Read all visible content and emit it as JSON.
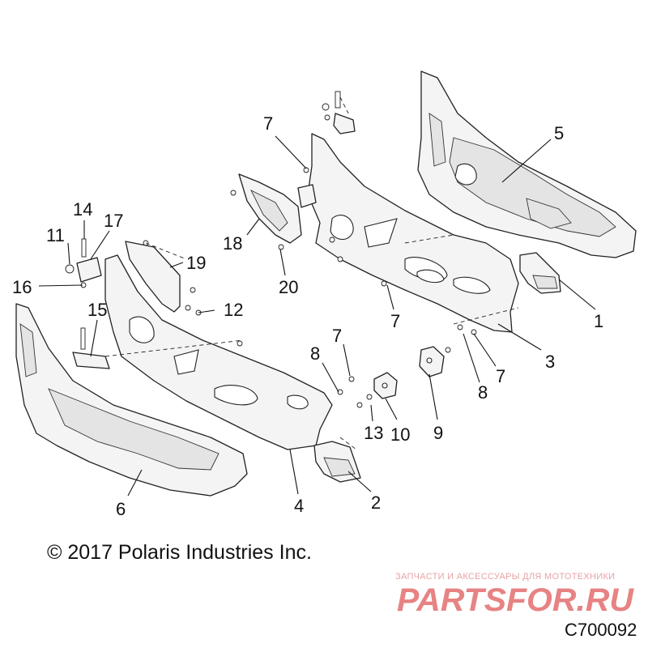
{
  "diagram": {
    "copyright": "© 2017 Polaris Industries Inc.",
    "code": "C700092",
    "watermark": {
      "tagline": "ЗАПЧАСТИ И АКСЕССУАРЫ ДЛЯ МОТОТЕХНИКИ",
      "logo_text": "PARTSFOR.RU",
      "color": "#e05a5a"
    },
    "callouts": {
      "c1": "1",
      "c2": "2",
      "c3": "3",
      "c4": "4",
      "c5": "5",
      "c6": "6",
      "c7a": "7",
      "c7b": "7",
      "c7c": "7",
      "c7d": "7",
      "c8a": "8",
      "c8b": "8",
      "c9": "9",
      "c10": "10",
      "c11": "11",
      "c12": "12",
      "c13": "13",
      "c14": "14",
      "c15": "15",
      "c16": "16",
      "c17": "17",
      "c18": "18",
      "c19": "19",
      "c20": "20"
    }
  }
}
